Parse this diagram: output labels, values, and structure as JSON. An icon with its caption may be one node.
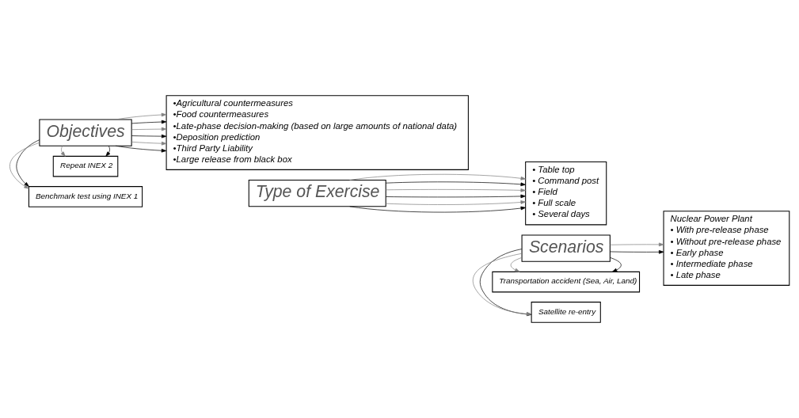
{
  "diagram": {
    "nodes": [
      {
        "text": [
          "Benchmark test using INEX 1"
        ]
      },
      {
        "text": [
          "Objectives"
        ]
      },
      {
        "text": [
          "•Agricultural countermeasures",
          "•Food countermeasures",
          "•Late-phase decision-making (based on large amounts of national data)",
          "•Deposition prediction",
          "•Third Party Liability",
          "•Large release from black box"
        ]
      },
      {
        "text": [
          "Repeat INEX 2"
        ]
      },
      {
        "text": [
          "Type of Exercise"
        ]
      },
      {
        "text": [
          "• Table top",
          "• Command post",
          "• Field",
          "• Full scale",
          "• Several days"
        ]
      },
      {
        "text": [
          "Satellite re-entry"
        ]
      },
      {
        "text": [
          "Scenarios"
        ]
      },
      {
        "text": [
          "Nuclear Power Plant",
          "• With pre-release phase",
          "• Without pre-release phase",
          "• Early phase",
          "• Intermediate phase",
          "• Late phase"
        ]
      },
      {
        "text": [
          "Transportation accident (Sea, Air, Land)"
        ]
      }
    ],
    "edges": [
      {
        "from": 1,
        "to": 0,
        "arrow": "to"
      },
      {
        "from": 1,
        "to": 0,
        "arrow": "to",
        "color": "#808080"
      },
      {
        "from": 1,
        "to": 2,
        "arrow": "to"
      },
      {
        "from": 1,
        "to": 2,
        "arrow": "to",
        "color": "#808080"
      },
      {
        "from": 1,
        "to": 2,
        "arrow": "to"
      },
      {
        "from": 1,
        "to": 2,
        "arrow": "to",
        "color": "#808080"
      },
      {
        "from": 1,
        "to": 2,
        "arrow": "to"
      },
      {
        "from": 1,
        "to": 2,
        "arrow": "to",
        "color": "#808080"
      },
      {
        "from": 1,
        "to": 3,
        "arrow": "to"
      },
      {
        "from": 1,
        "to": 3,
        "arrow": "to",
        "color": "#808080"
      },
      {
        "from": 4,
        "to": 5,
        "arrow": "to"
      },
      {
        "from": 4,
        "to": 5,
        "arrow": "to",
        "color": "#808080"
      },
      {
        "from": 4,
        "to": 5,
        "arrow": "to"
      },
      {
        "from": 4,
        "to": 5,
        "arrow": "to",
        "color": "#808080"
      },
      {
        "from": 4,
        "to": 5,
        "arrow": "to"
      },
      {
        "from": 4,
        "to": 5,
        "arrow": "to",
        "color": "#808080"
      },
      {
        "from": 7,
        "to": 6,
        "arrow": "to"
      },
      {
        "from": 7,
        "to": 6,
        "arrow": "to",
        "color": "#808080"
      },
      {
        "from": 7,
        "to": 8,
        "arrow": "to"
      },
      {
        "from": 7,
        "to": 8,
        "arrow": "to",
        "color": "#808080"
      },
      {
        "from": 7,
        "to": 9,
        "arrow": "to"
      },
      {
        "from": 7,
        "to": 9,
        "arrow": "to",
        "color": "#808080"
      }
    ]
  }
}
